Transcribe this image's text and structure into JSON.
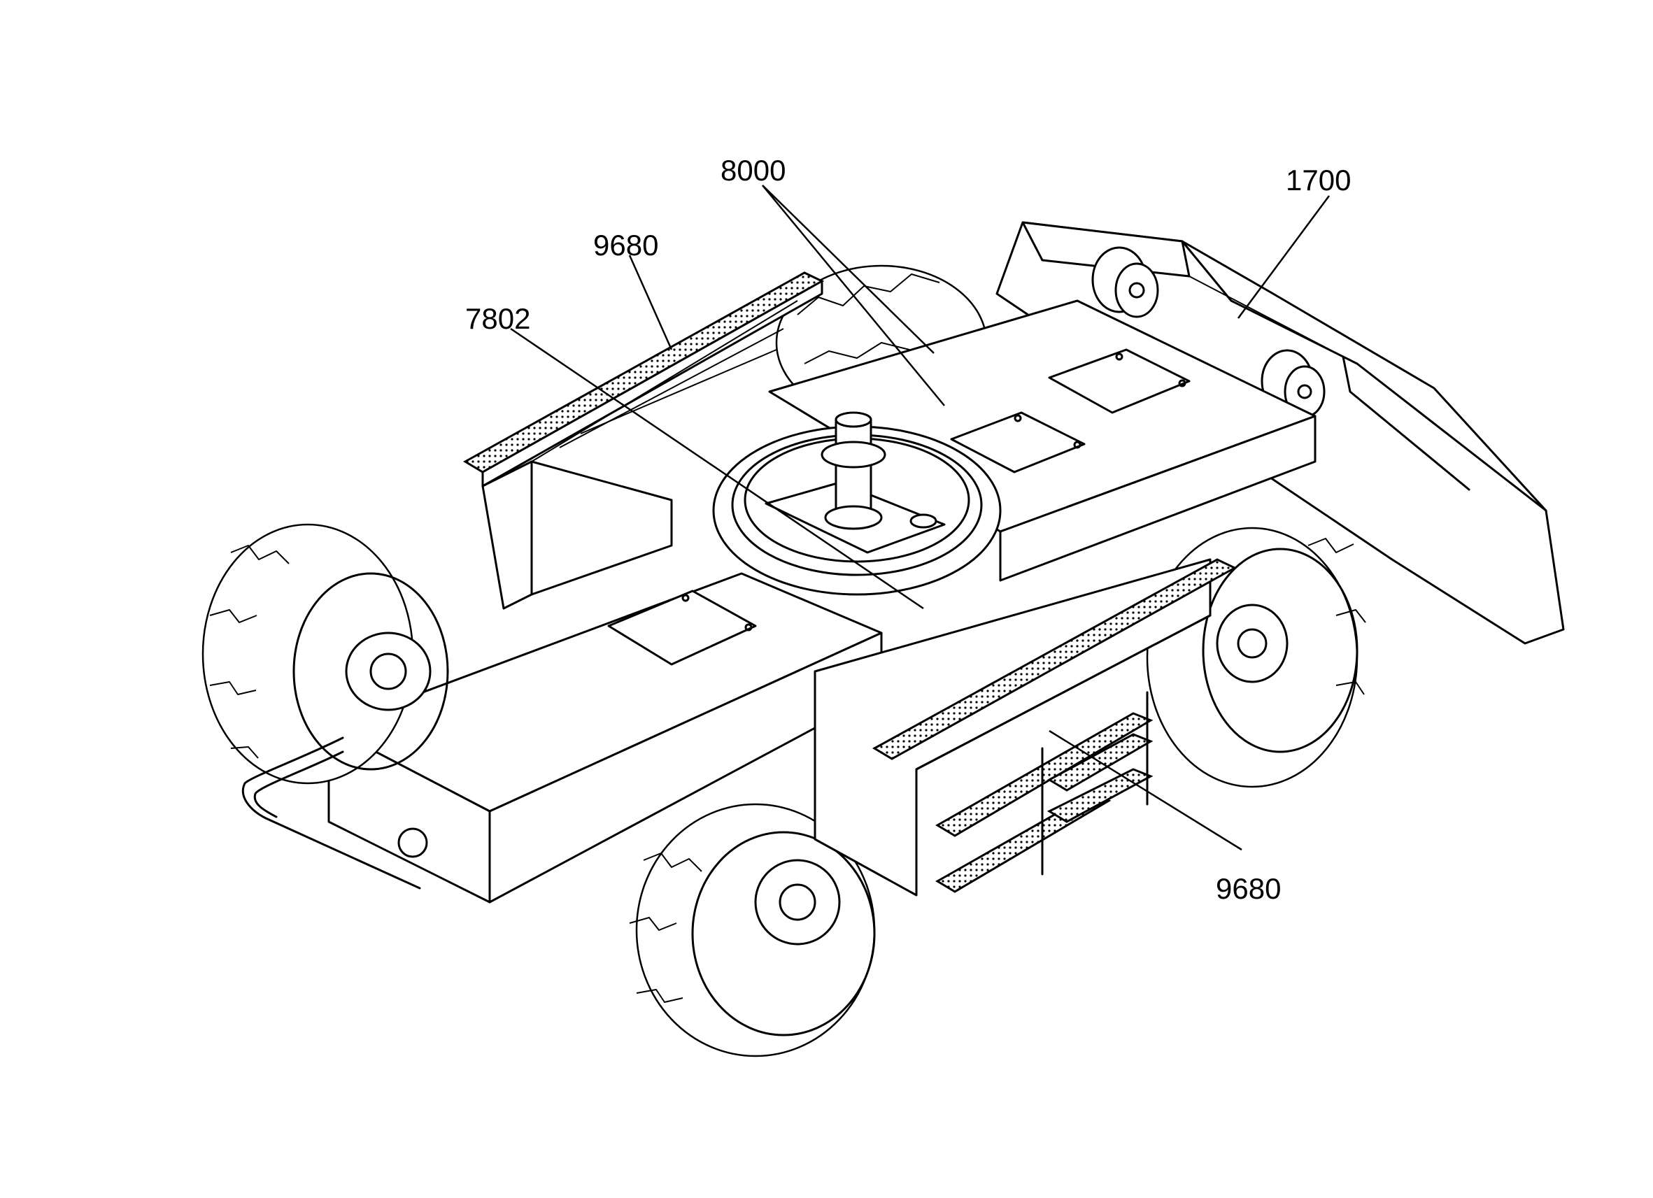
{
  "callouts": [
    {
      "id": "c8000",
      "label": "8000"
    },
    {
      "id": "c1700",
      "label": "1700"
    },
    {
      "id": "c9680a",
      "label": "9680"
    },
    {
      "id": "c7802",
      "label": "7802"
    },
    {
      "id": "c9680b",
      "label": "9680"
    }
  ],
  "colors": {
    "line": "#000000",
    "background": "#ffffff"
  }
}
